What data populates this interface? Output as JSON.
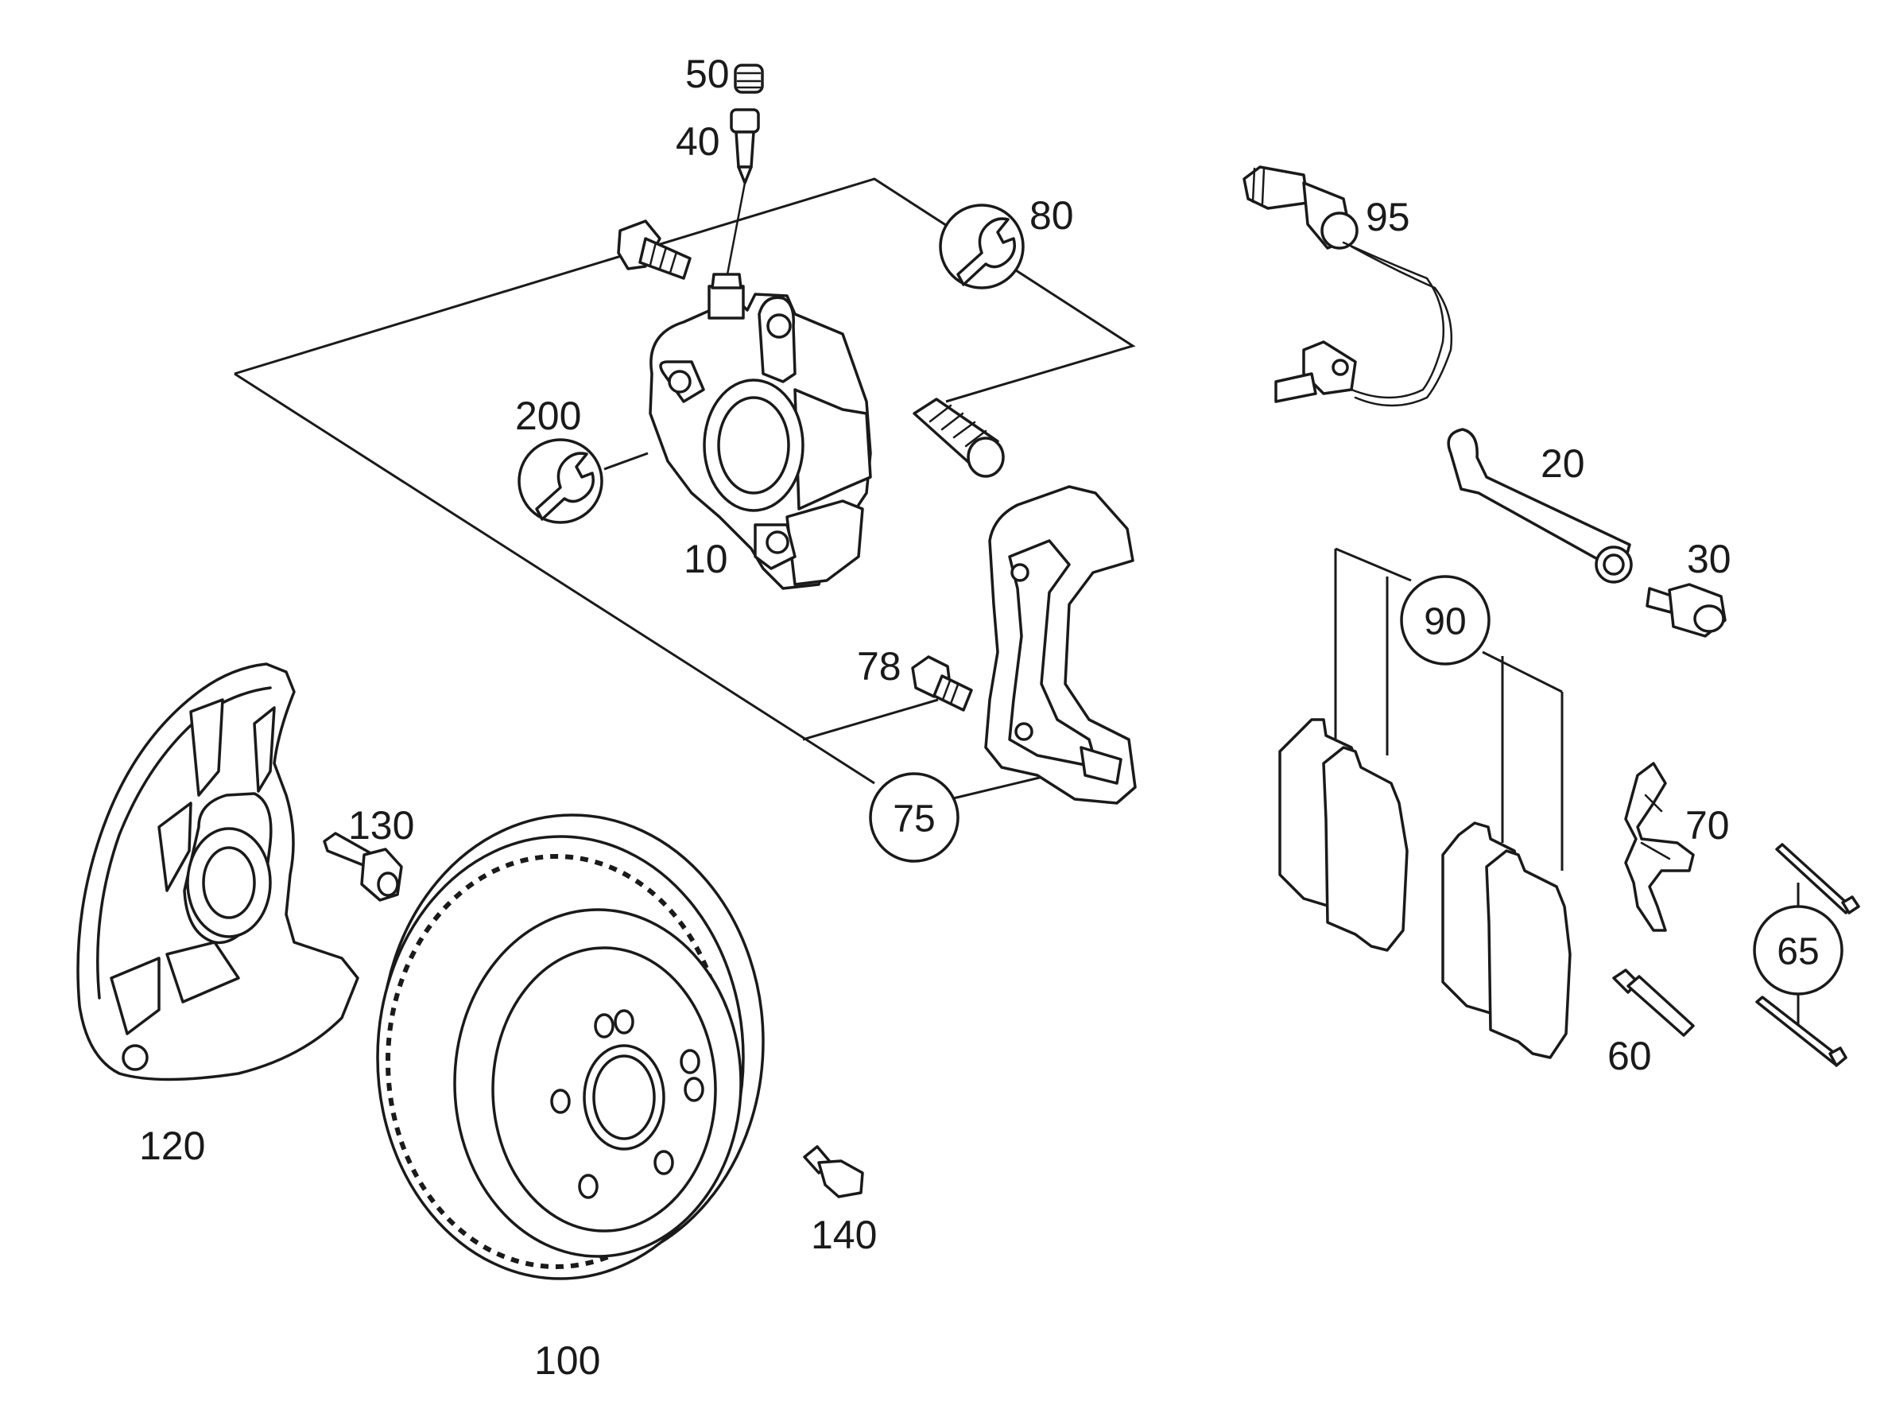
{
  "labels": {
    "p10": "10",
    "p20": "20",
    "p30": "30",
    "p40": "40",
    "p50": "50",
    "p60": "60",
    "p65": "65",
    "p70": "70",
    "p75": "75",
    "p78": "78",
    "p80": "80",
    "p90": "90",
    "p95": "95",
    "p100": "100",
    "p120": "120",
    "p130": "130",
    "p140": "140",
    "p200": "200"
  },
  "icons": {
    "torque_80": "wrench-icon",
    "torque_200": "wrench-icon"
  }
}
